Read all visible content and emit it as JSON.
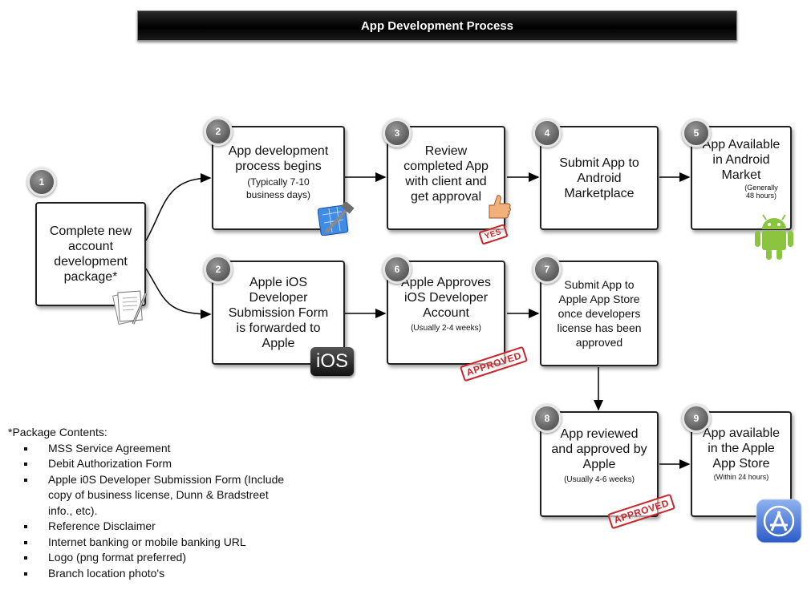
{
  "title": "App  Development Process",
  "steps": {
    "s1": {
      "num": "1",
      "lines": [
        "Complete new account development package*"
      ]
    },
    "s2a": {
      "num": "2",
      "main": "App development process begins",
      "sub": "(Typically 7-10 business days)"
    },
    "s3": {
      "num": "3",
      "main": "Review completed App with client and get approval"
    },
    "s4": {
      "num": "4",
      "main": "Submit App to Android Marketplace"
    },
    "s5": {
      "num": "5",
      "main": "App Available in Android Market",
      "sub": "(Generally 48 hours)"
    },
    "s2b": {
      "num": "2",
      "main": "Apple iOS Developer Submission Form is forwarded to Apple"
    },
    "s6": {
      "num": "6",
      "main": "Apple Approves iOS Developer Account",
      "sub": "(Usually 2-4 weeks)"
    },
    "s7": {
      "num": "7",
      "main": "Submit App to Apple App Store once developers license has been approved"
    },
    "s8": {
      "num": "8",
      "main": "App reviewed and approved by Apple",
      "sub": "(Usually 4-6 weeks)"
    },
    "s9": {
      "num": "9",
      "main": "App available in the Apple App Store",
      "sub": "(Within 24 hours)"
    }
  },
  "stamps": {
    "yes": "YES",
    "approved": "APPROVED"
  },
  "ios_logo": "iOS",
  "notes": {
    "heading": "*Package Contents:",
    "items": [
      "MSS Service Agreement",
      "Debit Authorization Form",
      "Apple i0S Developer Submission Form (Include copy of business license, Dunn & Bradstreet info., etc).",
      "Reference Disclaimer",
      "Internet banking or mobile banking URL",
      "Logo (png format preferred)",
      "Branch location photo's"
    ]
  },
  "icons": {
    "xcode": "xcode-icon",
    "thumbs": "thumbs-up-icon",
    "android": "android-icon",
    "document": "document-icon",
    "appstore": "app-store-icon",
    "ios": "ios-logo"
  },
  "colors": {
    "title_bg": "#000000",
    "badge": "#777777",
    "stamp": "#c8262a",
    "android": "#8bc53f",
    "appstore": "#3b6fd4"
  }
}
